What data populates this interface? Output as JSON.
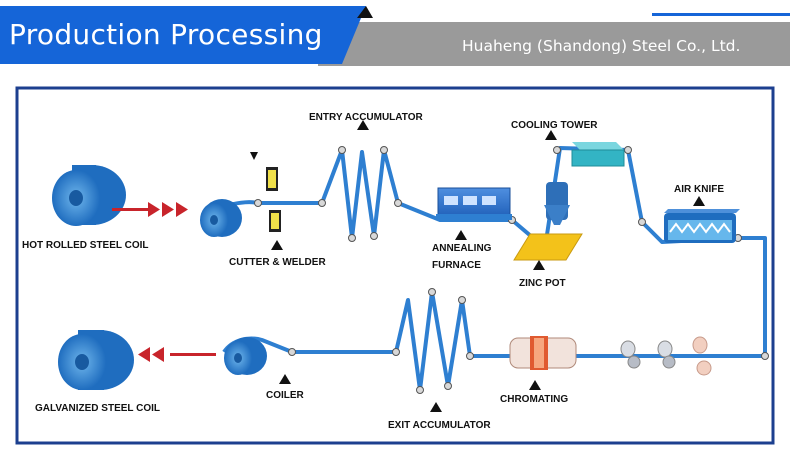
{
  "header": {
    "title": "Production Processing",
    "company": "Huaheng (Shandong) Steel Co., Ltd."
  },
  "diagram": {
    "labels": {
      "hot_rolled_steel_coil": "HOT ROLLED STEEL COIL",
      "cutter_welder": "CUTTER & WELDER",
      "entry_accumulator": "ENTRY ACCUMULATOR",
      "annealing": "ANNEALING",
      "furnace": "FURNACE",
      "cooling_tower": "COOLING TOWER",
      "zinc_pot": "ZINC POT",
      "air_knife": "AIR KNIFE",
      "chromating": "CHROMATING",
      "exit_accumulator": "EXIT ACCUMULATOR",
      "coiler": "COILER",
      "galvanized_steel_coil": "GALVANIZED STEEL COIL"
    }
  },
  "colors": {
    "banner_blue": "#1565d8",
    "banner_gray": "#9a9a9a",
    "frame_blue": "#1c3f8f",
    "strip_blue": "#2e7fd1",
    "arrow_red": "#c8242b",
    "zinc_yellow": "#f3c21a",
    "cooling_cyan": "#33b4c4"
  }
}
